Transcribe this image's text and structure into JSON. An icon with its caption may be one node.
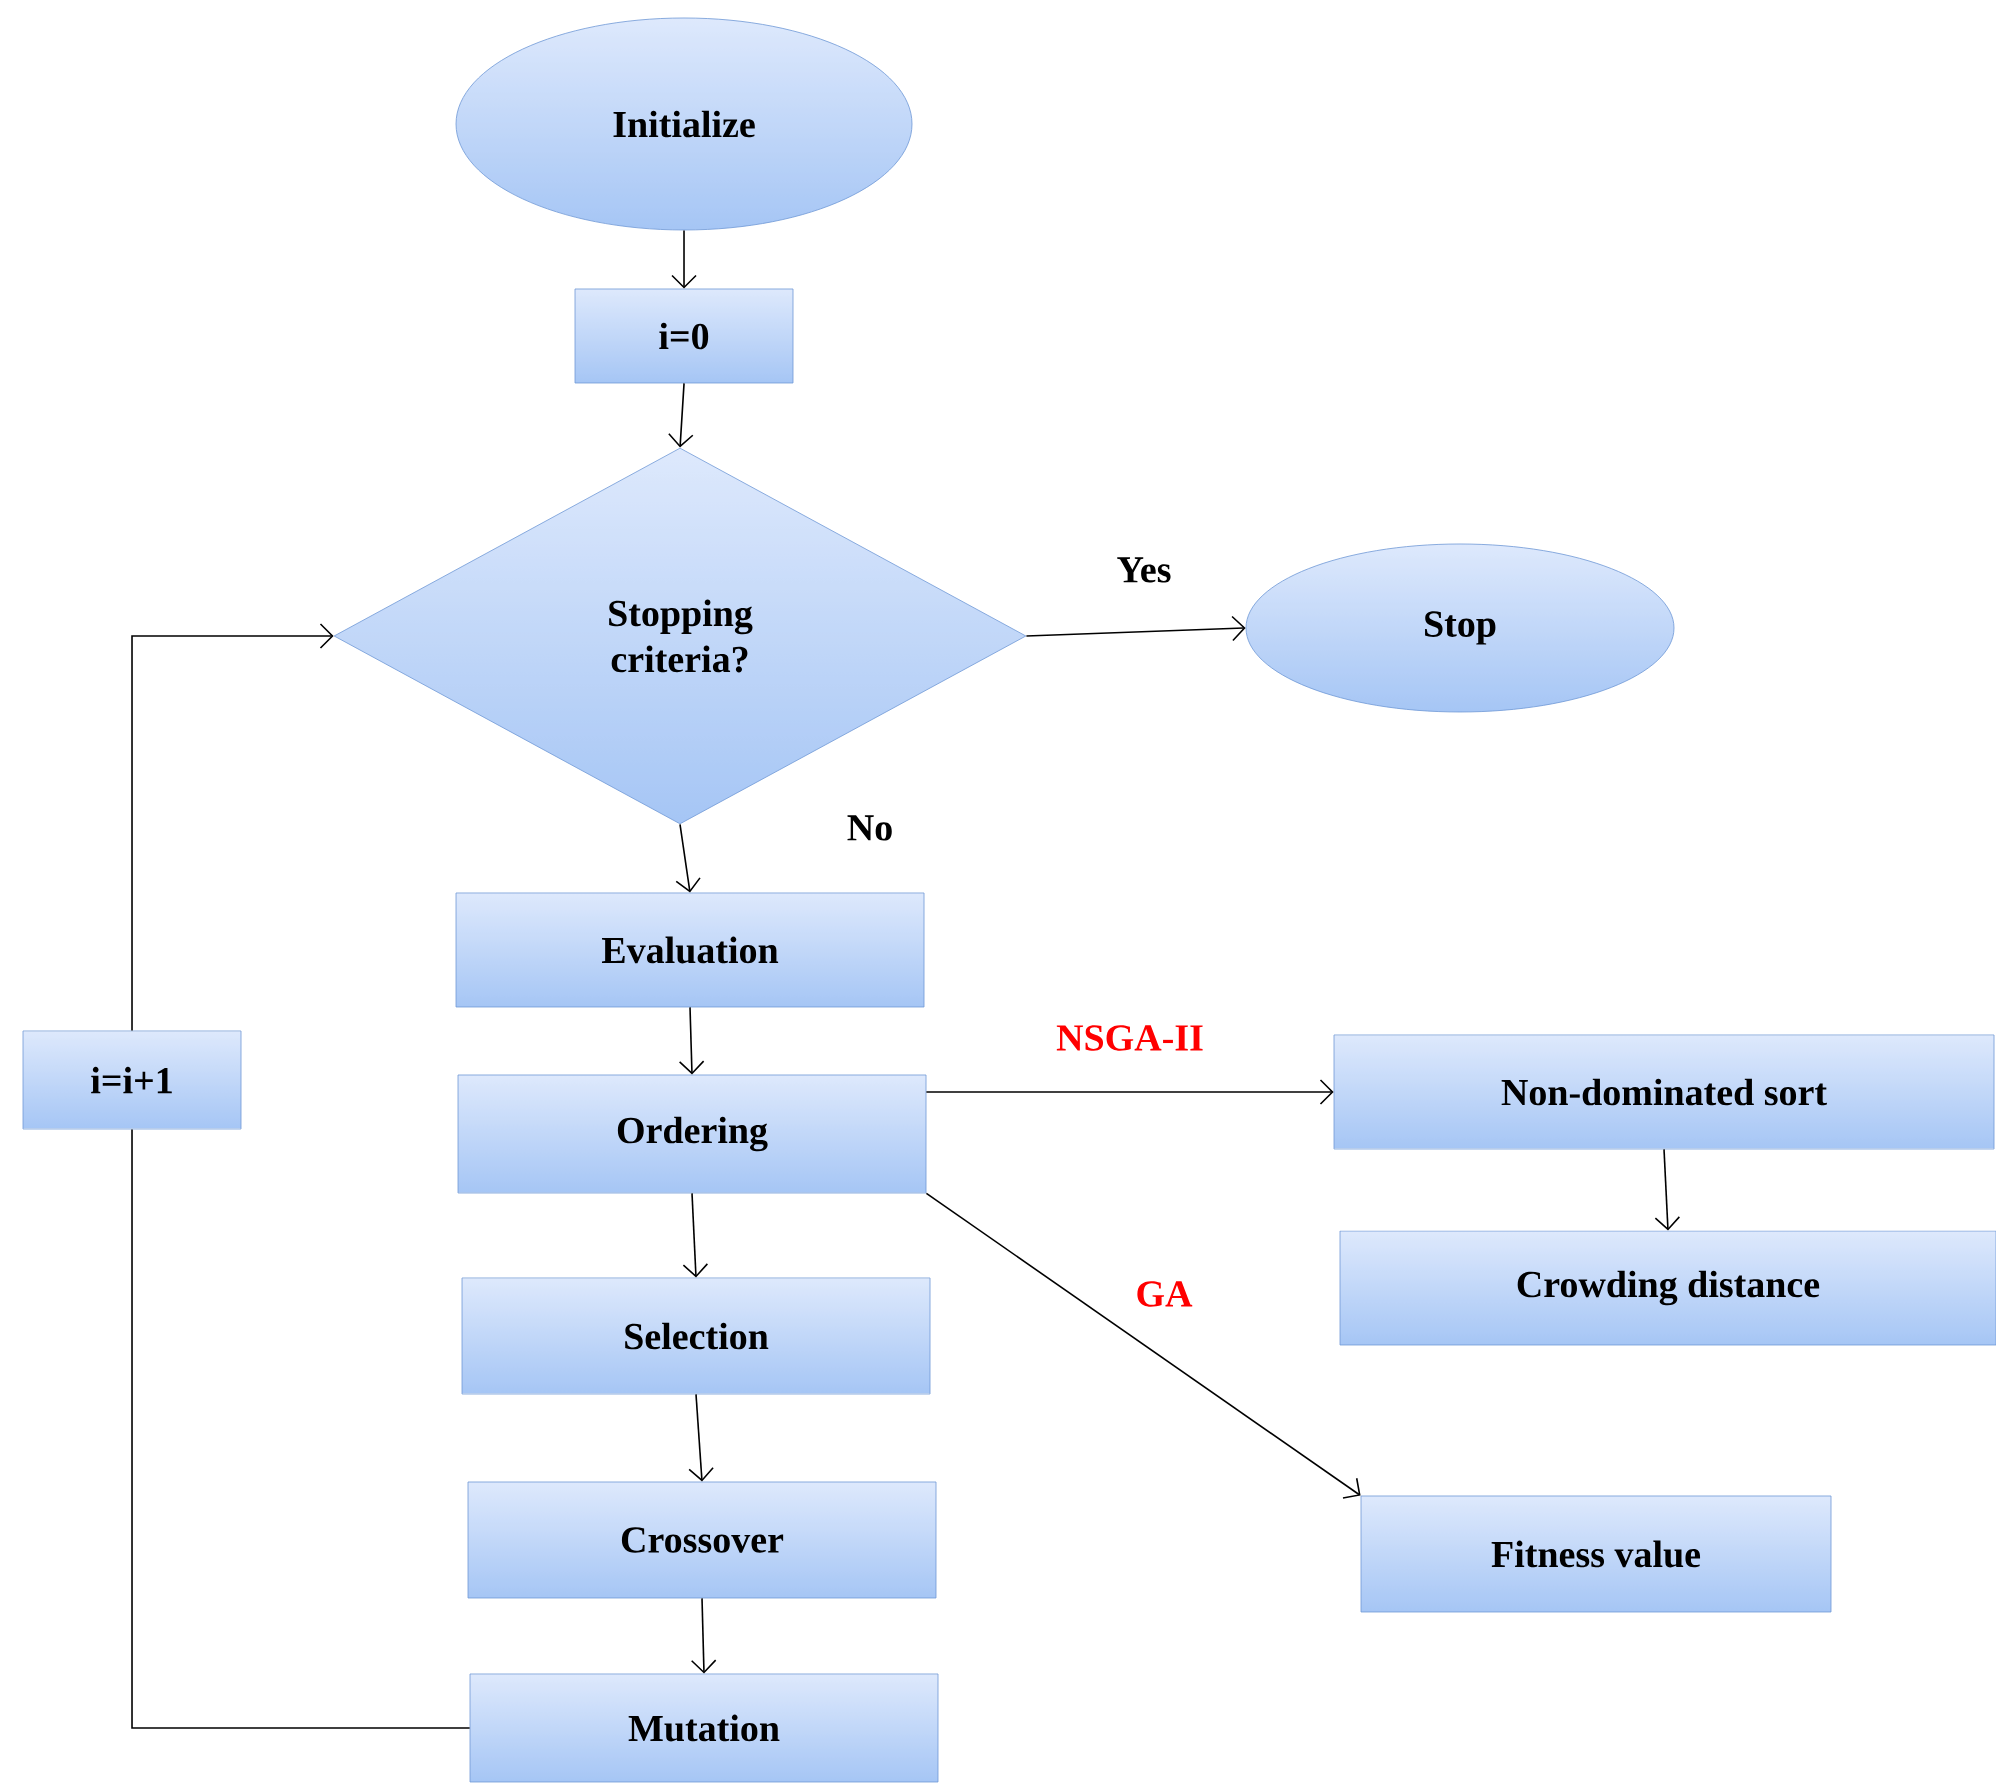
{
  "diagram": {
    "nodes": [
      {
        "text": [
          "Initialize"
        ]
      },
      {
        "text": [
          "i=0"
        ]
      },
      {
        "text": [
          "Stopping criteria?"
        ]
      },
      {
        "text": [
          "Stop"
        ]
      },
      {
        "text": [
          "Evaluation"
        ]
      },
      {
        "text": [
          "i=i+1"
        ]
      },
      {
        "text": [
          "Ordering"
        ]
      },
      {
        "text": [
          "Selection"
        ]
      },
      {
        "text": [
          "Crossover"
        ]
      },
      {
        "text": [
          "Mutation"
        ]
      },
      {
        "text": [
          "Non-dominated sort"
        ]
      },
      {
        "text": [
          "Crowding distance"
        ]
      },
      {
        "text": [
          "Fitness value"
        ]
      }
    ],
    "edges": [
      {
        "from": 0,
        "to": 1,
        "arrow": "to"
      },
      {
        "from": 1,
        "to": 2,
        "arrow": "to"
      },
      {
        "from": 2,
        "to": 3,
        "arrow": "to",
        "label": "Yes"
      },
      {
        "from": 2,
        "to": 4,
        "arrow": "to",
        "label": "No"
      },
      {
        "from": 4,
        "to": 6,
        "arrow": "to"
      },
      {
        "from": 6,
        "to": 10,
        "arrow": "to",
        "label": "NSGA-II"
      },
      {
        "from": 6,
        "to": 12,
        "arrow": "to",
        "label": "GA"
      },
      {
        "from": 10,
        "to": 11,
        "arrow": "to"
      },
      {
        "from": 6,
        "to": 7,
        "arrow": "to"
      },
      {
        "from": 7,
        "to": 8,
        "arrow": "to"
      },
      {
        "from": 8,
        "to": 9,
        "arrow": "to"
      },
      {
        "from": 9,
        "to": 5,
        "arrow": "none"
      },
      {
        "from": 5,
        "to": 2,
        "arrow": "to"
      }
    ]
  }
}
